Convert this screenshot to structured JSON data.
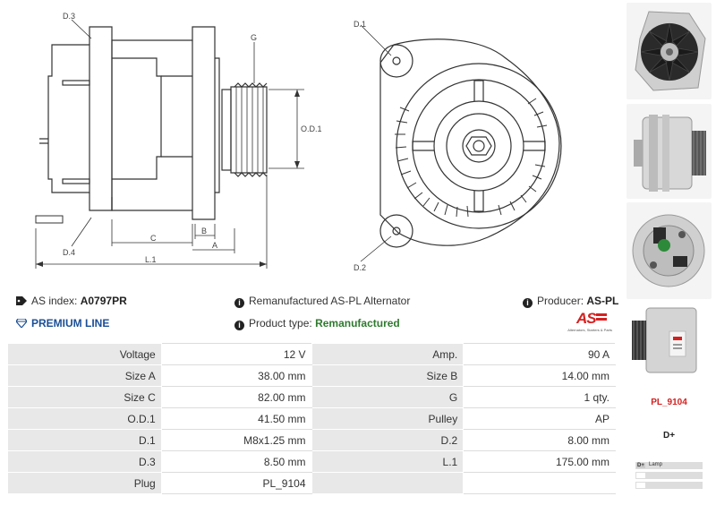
{
  "drawing_labels": {
    "d3": "D.3",
    "d4": "D.4",
    "g": "G",
    "od1": "O.D.1",
    "a": "A",
    "b": "B",
    "c": "C",
    "l1": "L.1",
    "d1": "D.1",
    "d2": "D.2"
  },
  "info": {
    "as_index_label": "AS index:",
    "as_index_value": "A0797PR",
    "description": "Remanufactured AS-PL Alternator",
    "producer_label": "Producer:",
    "producer_value": "AS-PL",
    "premium": "PREMIUM LINE",
    "product_type_label": "Product type:",
    "product_type_value": "Remanufactured",
    "logo_text": "AS",
    "logo_tagline": "Alternators, Starters & Parts"
  },
  "specs": [
    {
      "l1": "Voltage",
      "v1": "12 V",
      "l2": "Amp.",
      "v2": "90 A"
    },
    {
      "l1": "Size A",
      "v1": "38.00 mm",
      "l2": "Size B",
      "v2": "14.00 mm"
    },
    {
      "l1": "Size C",
      "v1": "82.00 mm",
      "l2": "G",
      "v2": "1 qty."
    },
    {
      "l1": "O.D.1",
      "v1": "41.50 mm",
      "l2": "Pulley",
      "v2": "AP"
    },
    {
      "l1": "D.1",
      "v1": "M8x1.25 mm",
      "l2": "D.2",
      "v2": "8.00 mm"
    },
    {
      "l1": "D.3",
      "v1": "8.50 mm",
      "l2": "L.1",
      "v2": "175.00 mm"
    },
    {
      "l1": "Plug",
      "v1": "PL_9104",
      "l2": "",
      "v2": ""
    }
  ],
  "sidebar": {
    "plug_code": "PL_9104",
    "terminal": "D+",
    "plug_rows": [
      {
        "k": "D+",
        "v": "Lamp"
      },
      {
        "k": "",
        "v": ""
      },
      {
        "k": "",
        "v": ""
      }
    ]
  },
  "colors": {
    "premium_blue": "#1a4f96",
    "accent_red": "#d42020",
    "type_green": "#2f7a2f"
  }
}
